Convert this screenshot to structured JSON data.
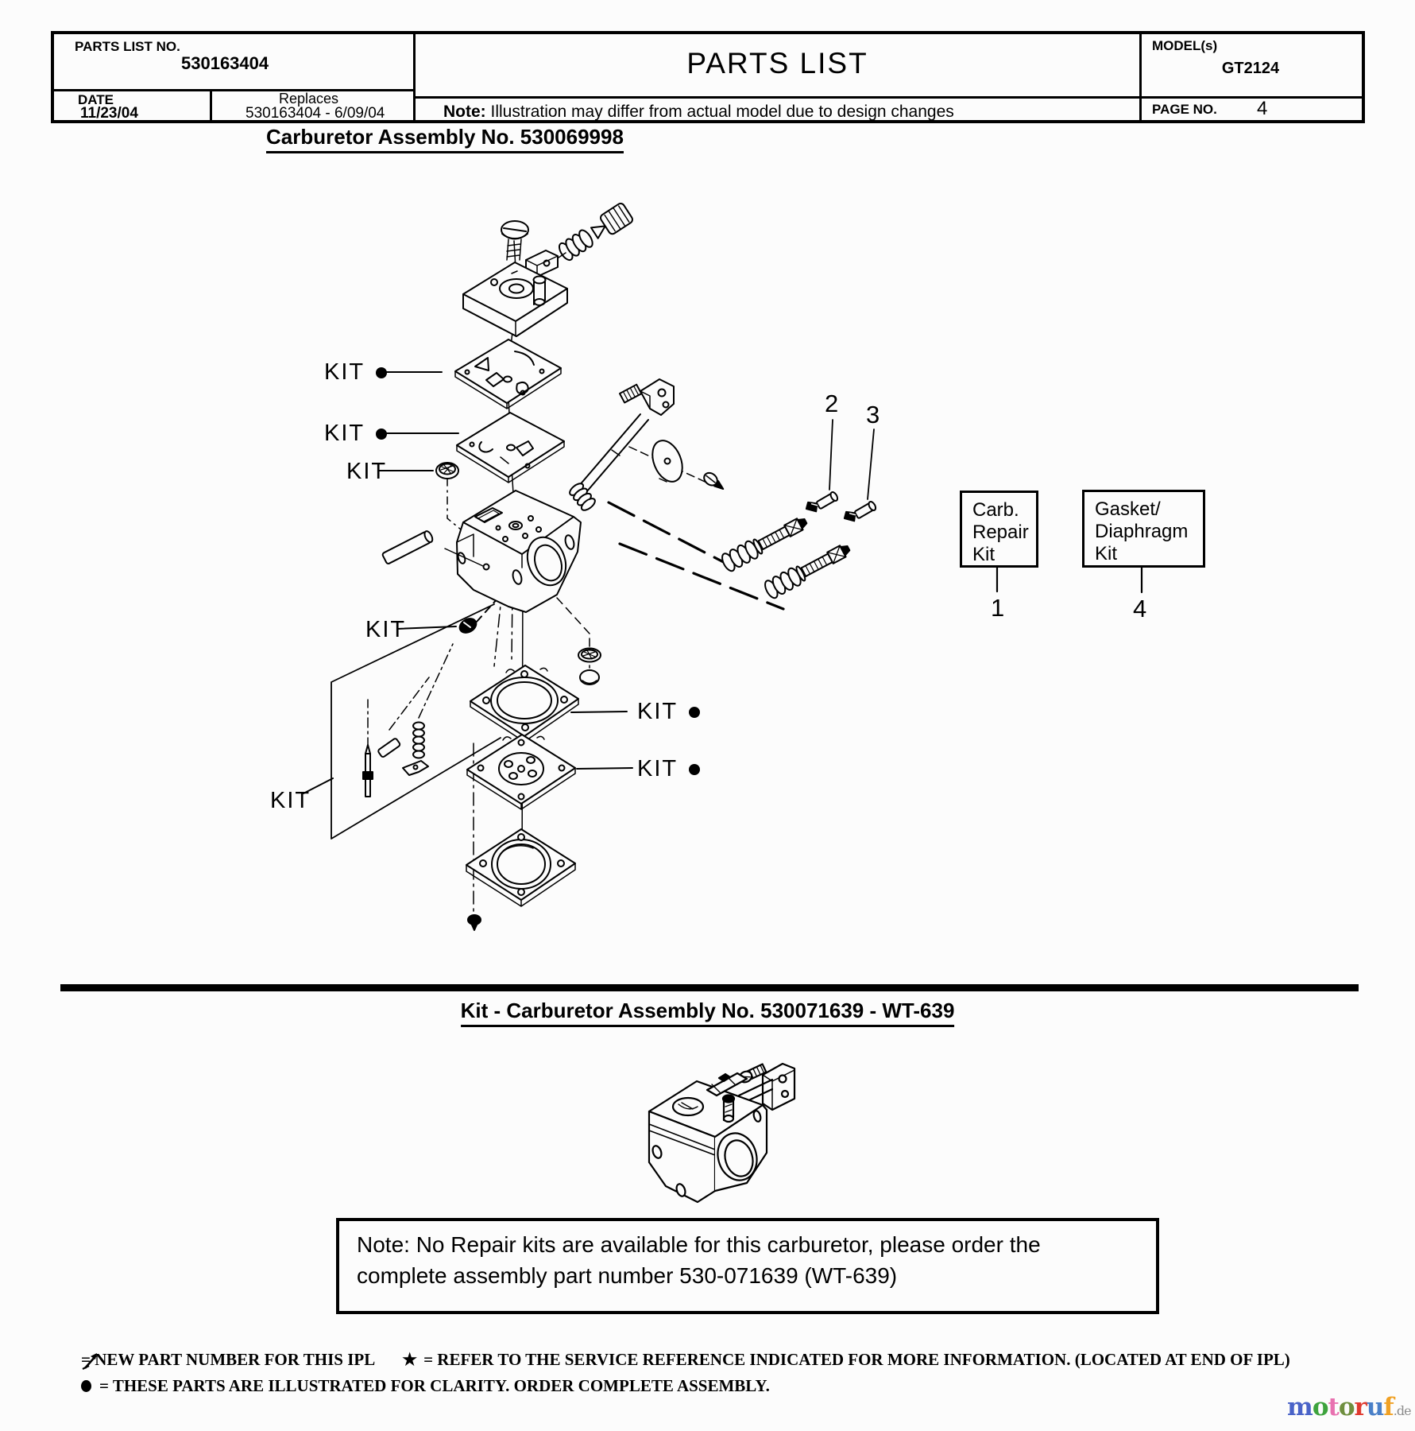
{
  "header": {
    "parts_list_no_label": "PARTS LIST NO.",
    "parts_list_no": "530163404",
    "date_label": "DATE",
    "date": "11/23/04",
    "replaces_label": "Replaces",
    "replaces_value": "530163404 - 6/09/04",
    "title": "PARTS LIST",
    "note_label": "Note:",
    "note_text": "Illustration may differ from actual model due to design changes",
    "models_label": "MODEL(s)",
    "model": "GT2124",
    "page_label": "PAGE  NO.",
    "page_number": "4"
  },
  "section1": {
    "title": "Carburetor Assembly No. 530069998"
  },
  "diagram": {
    "kit_label": "KIT",
    "callout_1": "1",
    "callout_2": "2",
    "callout_3": "3",
    "callout_4": "4",
    "carb_repair_box": {
      "line1": "Carb.",
      "line2": "Repair",
      "line3": "Kit"
    },
    "gasket_box": {
      "line1": "Gasket/",
      "line2": "Diaphragm",
      "line3": "Kit"
    }
  },
  "section2": {
    "title": "Kit - Carburetor Assembly No. 530071639 - WT-639"
  },
  "note_box": {
    "line1": "Note: No Repair kits are available for this carburetor, please order the",
    "line2": "complete assembly part number 530-071639 (WT-639)"
  },
  "footer": {
    "legend1_text": "=  NEW PART NUMBER FOR THIS  IPL",
    "star_symbol": "★",
    "legend2_text": "=  REFER TO THE SERVICE REFERENCE  INDICATED FOR MORE INFORMATION. (LOCATED AT END OF IPL)",
    "legend3_text": "=  THESE PARTS ARE  ILLUSTRATED FOR CLARITY.    ORDER  COMPLETE   ASSEMBLY."
  },
  "watermark": {
    "l1": "m",
    "l2": "o",
    "l3": "t",
    "l4": "o",
    "l5": "r",
    "l6": "u",
    "l7": "f",
    "suffix": ".de",
    "colors": {
      "m": "#4a63c8",
      "o1": "#3da33d",
      "t": "#e872b0",
      "o2": "#6f8f3f",
      "r": "#e03a2f",
      "u": "#4a80c8",
      "f": "#f0a125",
      "suffix": "#8c8c8c"
    }
  }
}
